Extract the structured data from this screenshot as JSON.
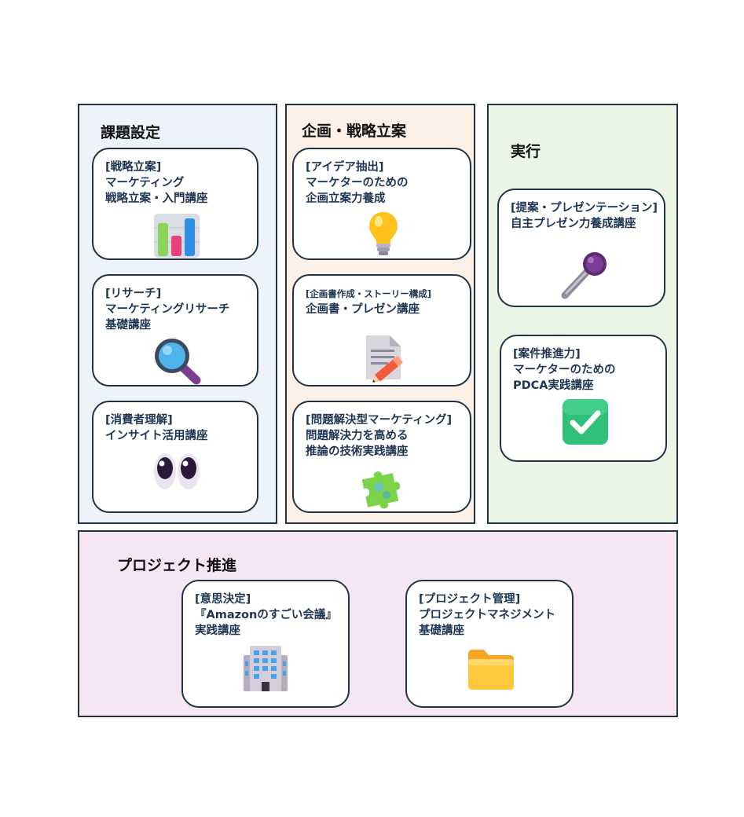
{
  "panels": {
    "kadai": {
      "title": "課題設定"
    },
    "kikaku": {
      "title": "企画・戦略立案"
    },
    "jikko": {
      "title": "実行"
    },
    "project": {
      "title": "プロジェクト推進"
    }
  },
  "cards": {
    "strategy": {
      "tag": "[戦略立案]",
      "line1": "マーケティング",
      "line2": "戦略立案・入門講座",
      "icon": "bar-chart-icon"
    },
    "research": {
      "tag": "[リサーチ]",
      "line1": "マーケティングリサーチ",
      "line2": "基礎講座",
      "icon": "magnifier-icon"
    },
    "insight": {
      "tag": "[消費者理解]",
      "line1": "インサイト活用講座",
      "icon": "eyes-icon"
    },
    "idea": {
      "tag": "[アイデア抽出]",
      "line1": "マーケターのための",
      "line2": "企画立案力養成",
      "icon": "lightbulb-icon"
    },
    "document": {
      "tag": "[企画書作成・ストーリー構成]",
      "line1": "企画書・プレゼン講座",
      "icon": "document-pencil-icon"
    },
    "problem": {
      "tag": "[問題解決型マーケティング]",
      "line1": "問題解決力を高める",
      "line2": "推論の技術実践講座",
      "icon": "puzzle-icon"
    },
    "presentation": {
      "tag": "[提案・プレゼンテーション]",
      "line1": "自主プレゼン力養成講座",
      "icon": "microphone-icon"
    },
    "pdca": {
      "tag": "[案件推進力]",
      "line1": "マーケターのための",
      "line2": "PDCA実践講座",
      "icon": "check-box-icon"
    },
    "decision": {
      "tag": "[意思決定]",
      "line1": "『Amazonのすごい会議』",
      "line2": "実践講座",
      "icon": "office-building-icon"
    },
    "pm": {
      "tag": "[プロジェクト管理]",
      "line1": "プロジェクトマネジメント",
      "line2": "基礎講座",
      "icon": "folder-icon"
    }
  },
  "colors": {
    "kadai_bg": "#eef3fb",
    "kikaku_bg": "#fdf0e7",
    "jikko_bg": "#ebf5e6",
    "project_bg": "#f6e5f3",
    "border": "#1f3344"
  }
}
